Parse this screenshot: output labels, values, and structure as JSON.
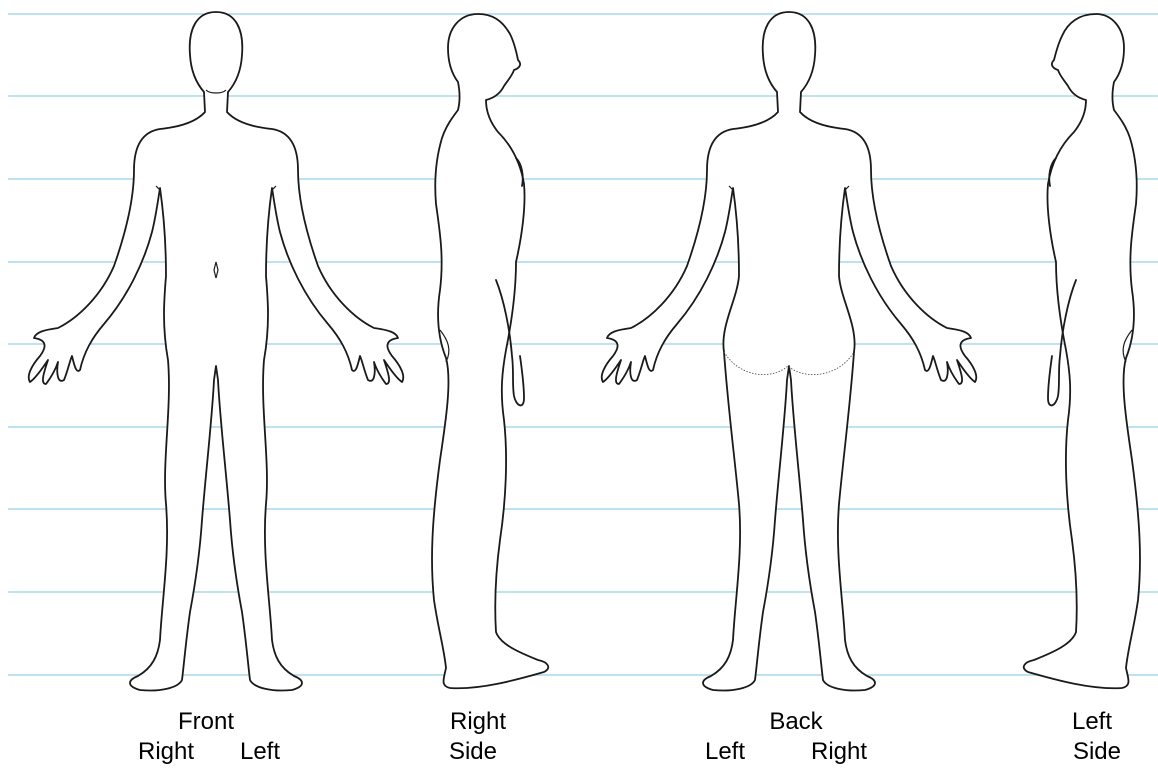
{
  "colors": {
    "guide_line": "#a9d8ea",
    "outline": "#1a1a1a",
    "background": "#ffffff"
  },
  "views": [
    {
      "id": "front",
      "title": "Front",
      "sub_left": "Right",
      "sub_right": "Left"
    },
    {
      "id": "right-side",
      "title": "Right",
      "sub": "Side"
    },
    {
      "id": "back",
      "title": "Back",
      "sub_left": "Left",
      "sub_right": "Right"
    },
    {
      "id": "left-side",
      "title": "Left",
      "sub": "Side"
    }
  ]
}
